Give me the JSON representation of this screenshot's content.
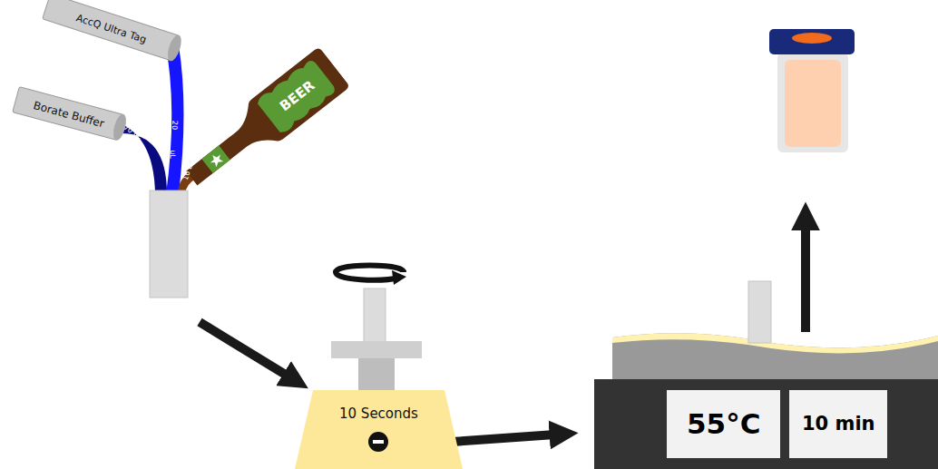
{
  "diagram": {
    "nodes": [
      {
        "text": [
          "AccQ Ultra Tag"
        ]
      },
      {
        "text": [
          "Borate Buffer"
        ]
      },
      {
        "text": [
          "BEER"
        ]
      },
      {
        "text": [
          "10 Seconds"
        ]
      },
      {
        "text": [
          "55°C"
        ]
      },
      {
        "text": [
          "10 min"
        ]
      }
    ],
    "labels": [
      "70 uL",
      "20",
      "uL",
      "10 uL"
    ]
  }
}
